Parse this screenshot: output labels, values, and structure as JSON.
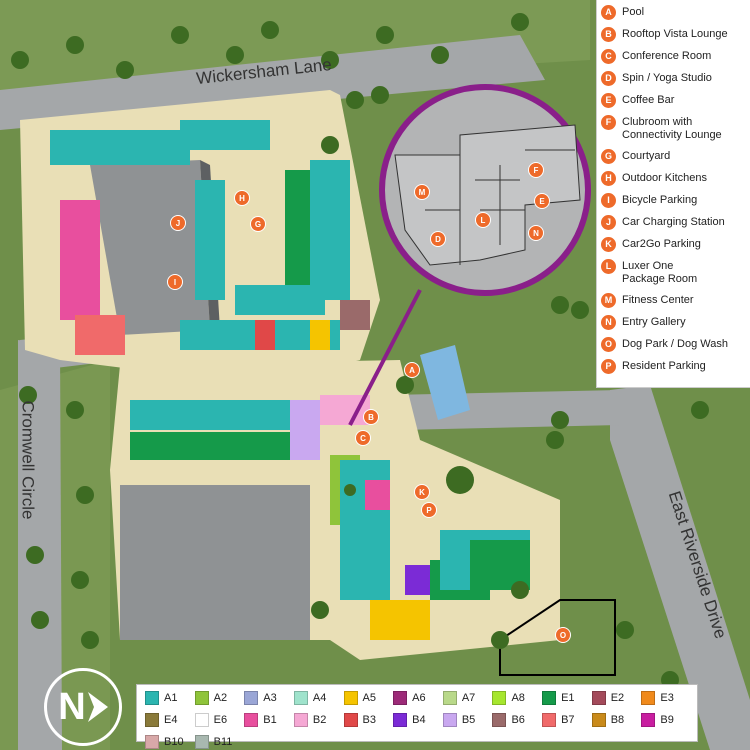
{
  "streets": {
    "north": "Wickersham Lane",
    "west": "Cromwell Circle",
    "east": "East Riverside Drive"
  },
  "amenities": [
    {
      "key": "A",
      "label": "Pool"
    },
    {
      "key": "B",
      "label": "Rooftop Vista Lounge"
    },
    {
      "key": "C",
      "label": "Conference Room"
    },
    {
      "key": "D",
      "label": "Spin / Yoga Studio"
    },
    {
      "key": "E",
      "label": "Coffee Bar"
    },
    {
      "key": "F",
      "label": "Clubroom with\nConnectivity Lounge"
    },
    {
      "key": "G",
      "label": "Courtyard"
    },
    {
      "key": "H",
      "label": "Outdoor Kitchens"
    },
    {
      "key": "I",
      "label": "Bicycle Parking"
    },
    {
      "key": "J",
      "label": "Car Charging Station"
    },
    {
      "key": "K",
      "label": "Car2Go Parking"
    },
    {
      "key": "L",
      "label": "Luxer One\nPackage Room"
    },
    {
      "key": "M",
      "label": "Fitness Center"
    },
    {
      "key": "N",
      "label": "Entry Gallery"
    },
    {
      "key": "O",
      "label": "Dog Park / Dog Wash"
    },
    {
      "key": "P",
      "label": "Resident Parking"
    }
  ],
  "unit_types": [
    {
      "code": "A1",
      "color": "#2bb5b0"
    },
    {
      "code": "A2",
      "color": "#8fc43a"
    },
    {
      "code": "A3",
      "color": "#9aa6d6"
    },
    {
      "code": "A4",
      "color": "#9fe3cc"
    },
    {
      "code": "A5",
      "color": "#f5c400"
    },
    {
      "code": "A6",
      "color": "#9c2a78"
    },
    {
      "code": "A7",
      "color": "#b9d98a"
    },
    {
      "code": "A8",
      "color": "#a6e62e"
    },
    {
      "code": "E1",
      "color": "#159a4a"
    },
    {
      "code": "E2",
      "color": "#a34a5a"
    },
    {
      "code": "E3",
      "color": "#f08a1c"
    },
    {
      "code": "E4",
      "color": "#8a7a3a"
    },
    {
      "code": "E6",
      "color": "#ffffff"
    },
    {
      "code": "B1",
      "color": "#e84f9e"
    },
    {
      "code": "B2",
      "color": "#f5a8d4"
    },
    {
      "code": "B3",
      "color": "#e04848"
    },
    {
      "code": "B4",
      "color": "#7b2bd6"
    },
    {
      "code": "B5",
      "color": "#c9a8f0"
    },
    {
      "code": "B6",
      "color": "#9a6a6a"
    },
    {
      "code": "B7",
      "color": "#f06a6a"
    },
    {
      "code": "B8",
      "color": "#c98a1a"
    },
    {
      "code": "B9",
      "color": "#c81ea0"
    },
    {
      "code": "B10",
      "color": "#d8a8a8"
    },
    {
      "code": "B11",
      "color": "#a8b8b0"
    }
  ],
  "compass_label": "N",
  "inset_markers": [
    "M",
    "D",
    "L",
    "F",
    "E",
    "N"
  ],
  "site_markers": [
    "A",
    "B",
    "C",
    "G",
    "H",
    "I",
    "J",
    "K",
    "P",
    "O"
  ]
}
